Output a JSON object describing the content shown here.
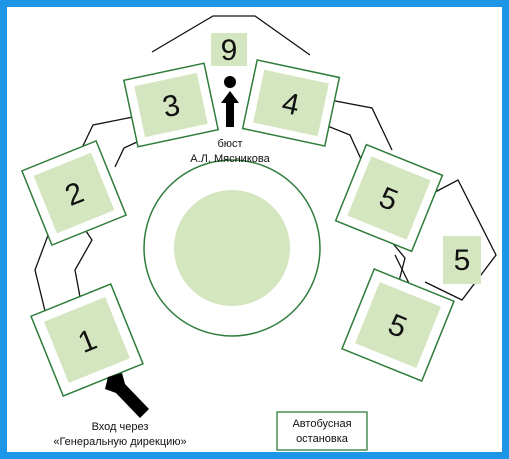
{
  "map": {
    "colors": {
      "frame": "#1e96e8",
      "building_fill": "#d4e6c0",
      "building_border": "#2e7d3a",
      "outline": "#111111"
    },
    "buildings": [
      {
        "id": "b1",
        "label": "1"
      },
      {
        "id": "b2",
        "label": "2"
      },
      {
        "id": "b3",
        "label": "3"
      },
      {
        "id": "b4",
        "label": "4"
      },
      {
        "id": "b5a",
        "label": "5"
      },
      {
        "id": "b5b",
        "label": "5"
      },
      {
        "id": "b5c",
        "label": "5"
      },
      {
        "id": "b9",
        "label": "9"
      }
    ],
    "bust": {
      "line1": "бюст",
      "line2": "А.Л. Мясникова"
    },
    "entrance": {
      "line1": "Вход через",
      "line2": "«Генеральную дирекцию»"
    },
    "bus_stop": {
      "line1": "Автобусная",
      "line2": "остановка"
    }
  }
}
